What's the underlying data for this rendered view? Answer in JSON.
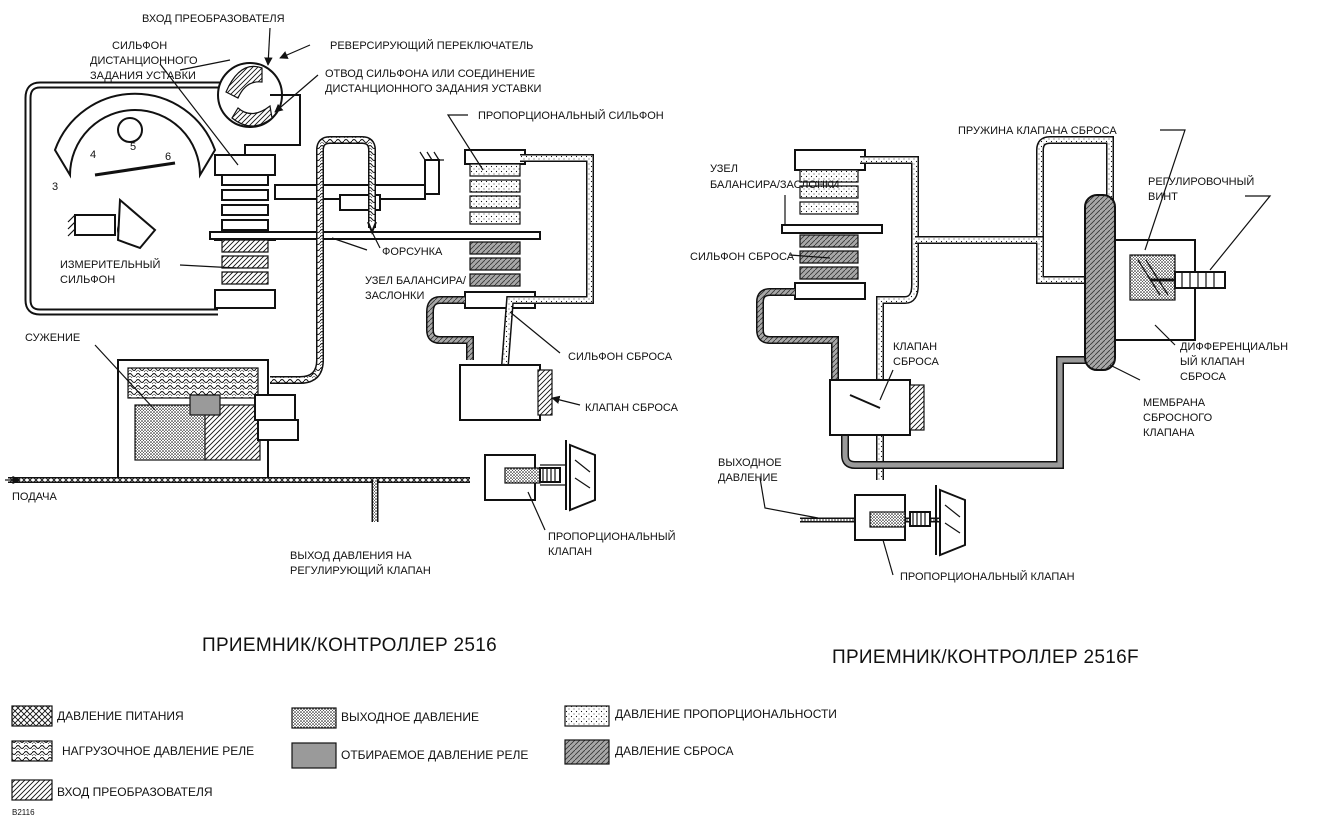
{
  "diagram_2516": {
    "title": "ПРИЕМНИК/КОНТРОЛЛЕР 2516",
    "labels": {
      "transducer_input": "ВХОД ПРЕОБРАЗОВАТЕЛЯ",
      "remote_setpoint_bellows_1": "СИЛЬФОН",
      "remote_setpoint_bellows_2": "ДИСТАНЦИОННОГО",
      "remote_setpoint_bellows_3": "ЗАДАНИЯ УСТАВКИ",
      "reversing_switch": "РЕВЕРСИРУЮЩИЙ ПЕРЕКЛЮЧАТЕЛЬ",
      "bellows_tap_1": "ОТВОД СИЛЬФОНА ИЛИ СОЕДИНЕНИЕ",
      "bellows_tap_2": "ДИСТАНЦИОННОГО ЗАДАНИЯ УСТАВКИ",
      "proportional_bellows": "ПРОПОРЦИОНАЛЬНЫЙ СИЛЬФОН",
      "measuring_bellows_1": "ИЗМЕРИТЕЛЬНЫЙ",
      "measuring_bellows_2": "СИЛЬФОН",
      "nozzle": "ФОРСУНКА",
      "beam_flapper_1": "УЗЕЛ БАЛАНСИРА/",
      "beam_flapper_2": "ЗАСЛОНКИ",
      "restriction": "СУЖЕНИЕ",
      "reset_bellows": "СИЛЬФОН СБРОСА",
      "reset_valve": "КЛАПАН СБРОСА",
      "supply": "ПОДАЧА",
      "proportional_valve_1": "ПРОПОРЦИОНАЛЬНЫЙ",
      "proportional_valve_2": "КЛАПАН",
      "output_1": "ВЫХОД ДАВЛЕНИЯ НА",
      "output_2": "РЕГУЛИРУЮЩИЙ КЛАПАН"
    },
    "scale": [
      "3",
      "4",
      "5",
      "6"
    ]
  },
  "diagram_2516f": {
    "title": "ПРИЕМНИК/КОНТРОЛЛЕР 2516F",
    "labels": {
      "reset_valve_spring": "ПРУЖИНА КЛАПАНА СБРОСА",
      "beam_flapper_1": "УЗЕЛ",
      "beam_flapper_2": "БАЛАНСИРА/ЗАСЛОНКИ",
      "adjusting_screw_1": "РЕГУЛИРОВОЧНЫЙ",
      "adjusting_screw_2": "ВИНТ",
      "reset_bellows": "СИЛЬФОН СБРОСА",
      "diff_relief_1": "ДИФФЕРЕНЦИАЛЬН",
      "diff_relief_2": "ЫЙ КЛАПАН",
      "diff_relief_3": "СБРОСА",
      "reset_valve_1": "КЛАПАН",
      "reset_valve_2": "СБРОСА",
      "relief_diaphragm_1": "МЕМБРАНА",
      "relief_diaphragm_2": "СБРОСНОГО",
      "relief_diaphragm_3": "КЛАПАНА",
      "output_pressure_1": "ВЫХОДНОЕ",
      "output_pressure_2": "ДАВЛЕНИЕ",
      "proportional_valve": "ПРОПОРЦИОНАЛЬНЫЙ КЛАПАН"
    }
  },
  "legend": [
    {
      "label": "ДАВЛЕНИЕ ПИТАНИЯ",
      "pattern": "crosshatch"
    },
    {
      "label": "НАГРУЗОЧНОЕ ДАВЛЕНИЕ РЕЛЕ",
      "pattern": "wave"
    },
    {
      "label": "ВХОД ПРЕОБРАЗОВАТЕЛЯ",
      "pattern": "diag"
    },
    {
      "label": "ВЫХОДНОЕ ДАВЛЕНИЕ",
      "pattern": "dense-dots"
    },
    {
      "label": "ОТБИРАЕМОЕ ДАВЛЕНИЕ РЕЛЕ",
      "pattern": "solid-gray"
    },
    {
      "label": "ДАВЛЕНИЕ ПРОПОРЦИОНАЛЬНОСТИ",
      "pattern": "light-dots"
    },
    {
      "label": "ДАВЛЕНИЕ СБРОСА",
      "pattern": "gray-diag"
    }
  ],
  "figure_code": "B2116",
  "colors": {
    "ink": "#111111",
    "relay_gray": "#9a9a9a",
    "background": "#ffffff"
  }
}
